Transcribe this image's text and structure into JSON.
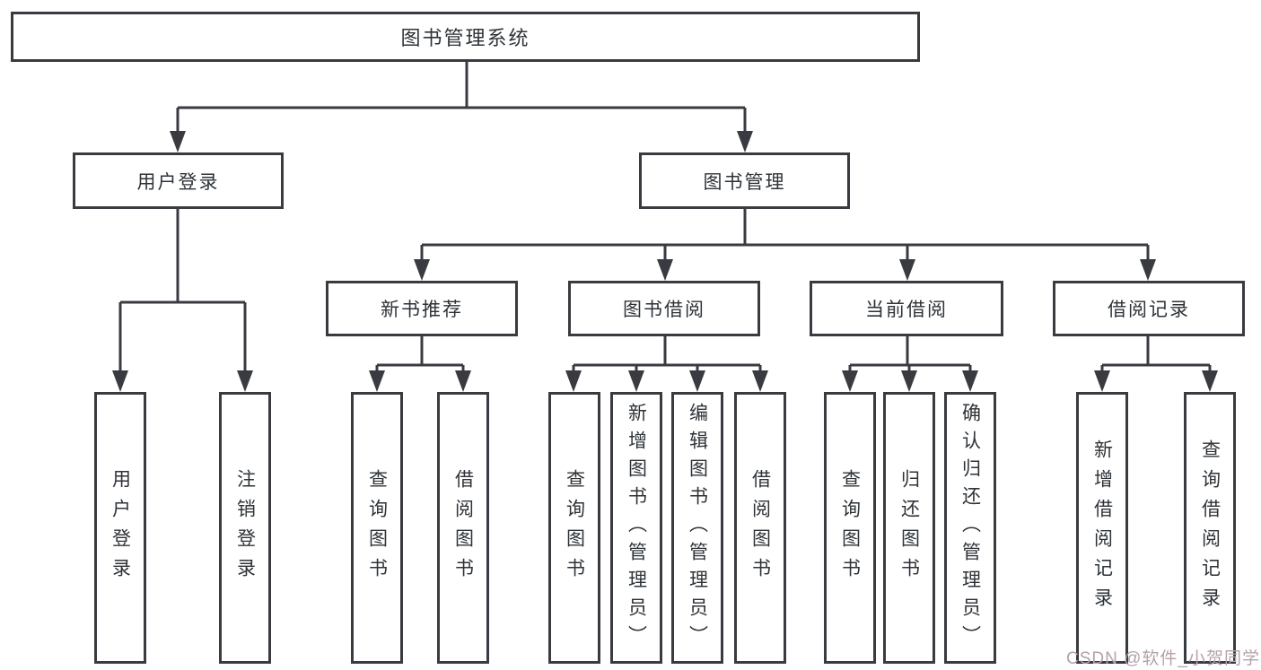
{
  "tree": {
    "label": "图书管理系统",
    "children": [
      {
        "label": "用户登录",
        "children": [
          {
            "label": "用户登录"
          },
          {
            "label": "注销登录"
          }
        ]
      },
      {
        "label": "图书管理",
        "children": [
          {
            "label": "新书推荐",
            "children": [
              {
                "label": "查询图书"
              },
              {
                "label": "借阅图书"
              }
            ]
          },
          {
            "label": "图书借阅",
            "children": [
              {
                "label": "查询图书"
              },
              {
                "label": "新增图书（管理员）"
              },
              {
                "label": "编辑图书（管理员）"
              },
              {
                "label": "借阅图书"
              }
            ]
          },
          {
            "label": "当前借阅",
            "children": [
              {
                "label": "查询图书"
              },
              {
                "label": "归还图书"
              },
              {
                "label": "确认归还（管理员）"
              }
            ]
          },
          {
            "label": "借阅记录",
            "children": [
              {
                "label": "新增借阅记录"
              },
              {
                "label": "查询借阅记录"
              }
            ]
          }
        ]
      }
    ]
  },
  "watermark": {
    "text": "CSDN @软件_小贺同学"
  },
  "colors": {
    "line": "#3a3b40",
    "box_border": "#3a3b40",
    "box_fill": "#ffffff",
    "text": "#2e3338",
    "watermark": "#b5a2a8",
    "background": "#ffffff"
  }
}
